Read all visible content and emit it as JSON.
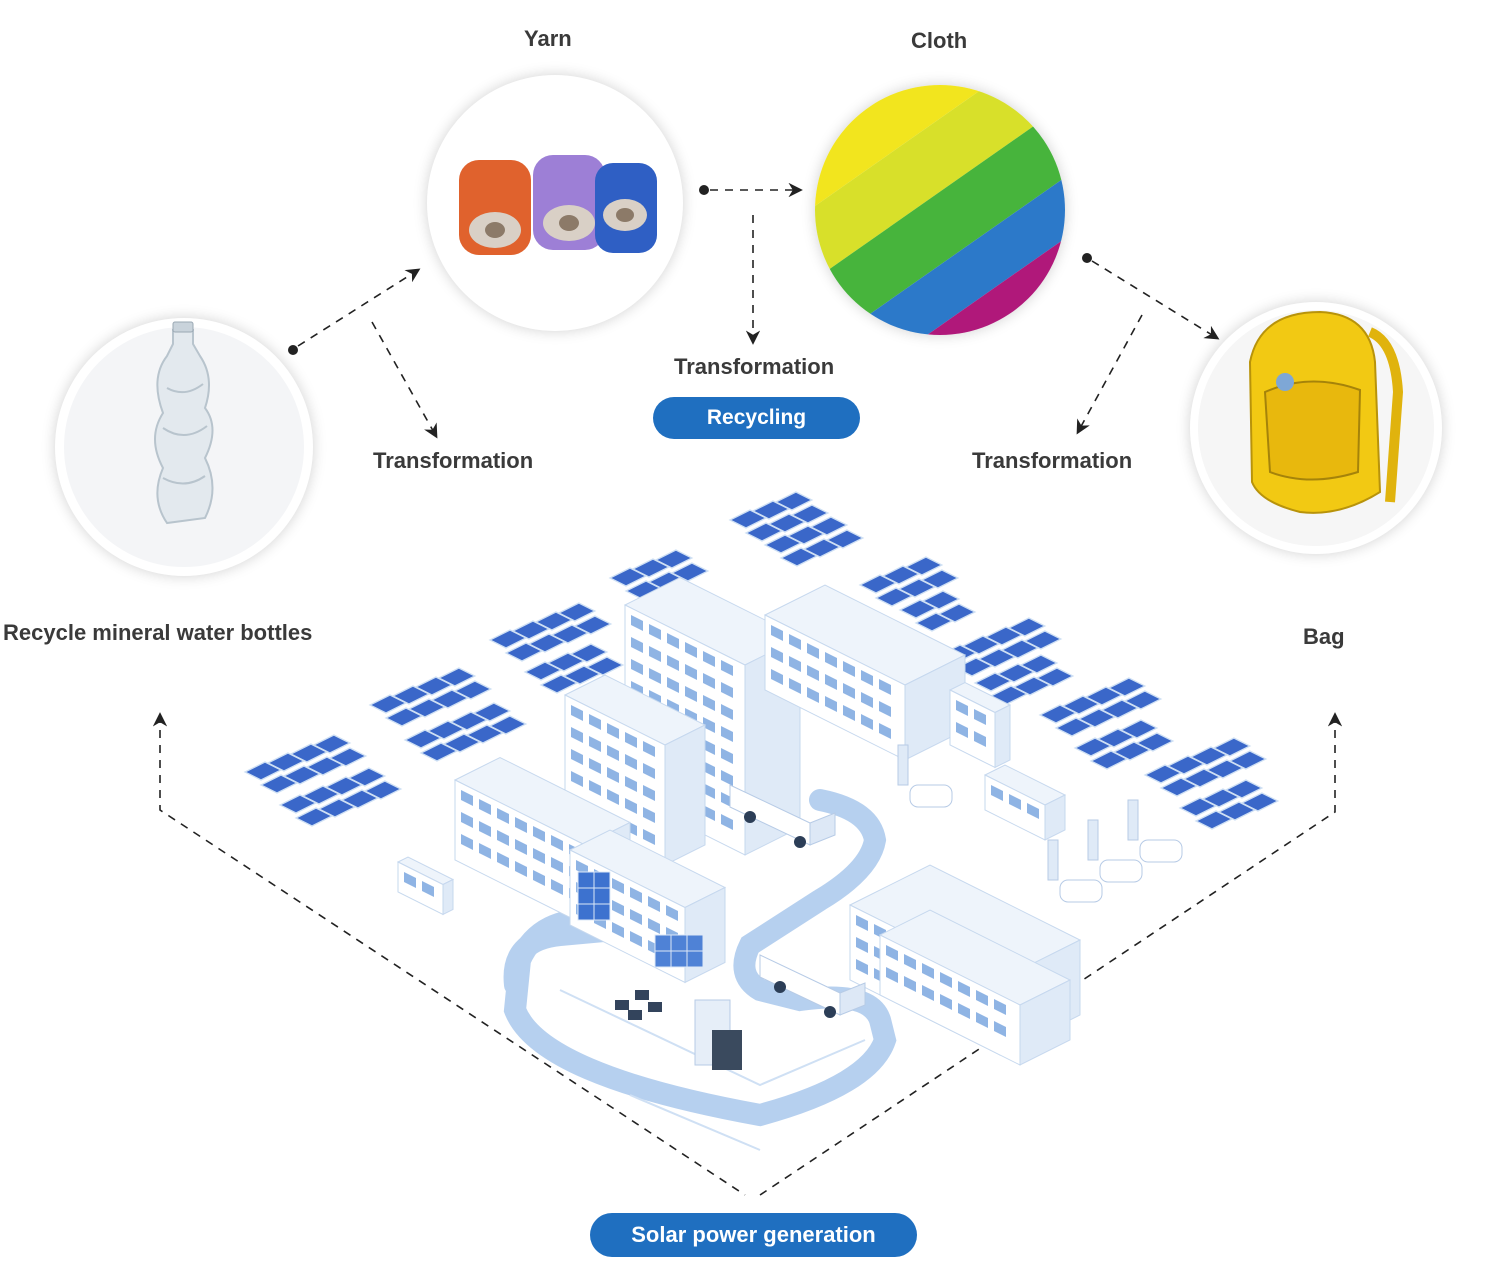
{
  "nodes": {
    "yarn": "Yarn",
    "cloth": "Cloth",
    "bottles": "Recycle mineral water bottles",
    "bag": "Bag"
  },
  "edges": {
    "bottles_to_yarn": "Transformation",
    "yarn_to_cloth": "Transformation",
    "cloth_to_bag": "Transformation"
  },
  "badges": {
    "recycling": "Recycling",
    "solar": "Solar power generation"
  },
  "colors": {
    "badge_blue": "#1f6fc0",
    "accent_blue": "#9cc1ea",
    "label_text": "#3a3a3a"
  }
}
